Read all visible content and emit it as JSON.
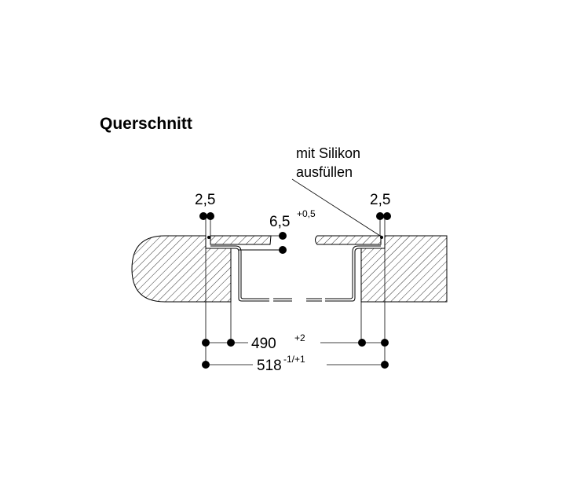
{
  "title": "Querschnitt",
  "annotation": {
    "line1": "mit Silikon",
    "line2": "ausfüllen"
  },
  "dims": {
    "joint_left": "2,5",
    "joint_right": "2,5",
    "glass_height": "6,5",
    "glass_height_tol": "+0,5",
    "cutout": "490",
    "cutout_tol": "+2",
    "overall": "518",
    "overall_tol": "-1/+1"
  }
}
